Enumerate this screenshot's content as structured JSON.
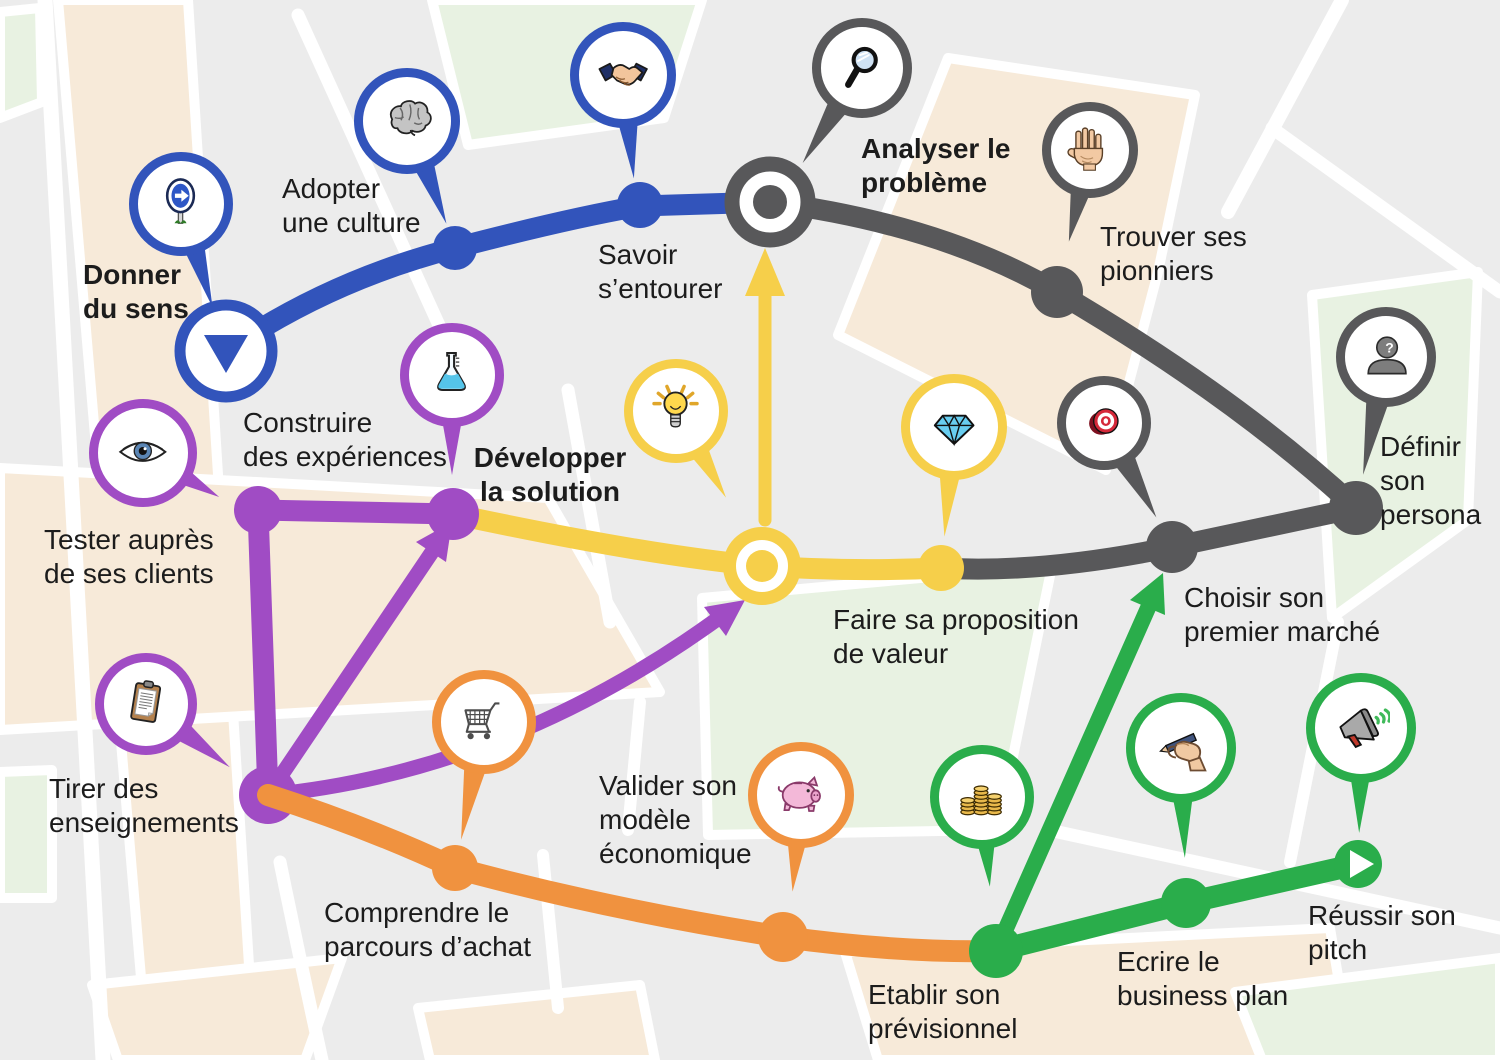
{
  "colors": {
    "blue": "#3254bb",
    "dark": "#58585a",
    "yellow": "#f6cf4a",
    "purple": "#a04cc4",
    "orange": "#f0923f",
    "green": "#2aad4b",
    "text": "#1c1c1c",
    "map_bg": "#ececec",
    "map_road": "#ffffff",
    "tile_peach": "#f7ead9",
    "tile_green": "#e8f2e2"
  },
  "labels": {
    "donner_du_sens": "Donner\ndu sens",
    "adopter_culture": "Adopter\nune culture",
    "savoir_entourer": "Savoir\ns’entourer",
    "analyser_probleme": "Analyser le\nproblème",
    "trouver_pionniers": "Trouver ses\npionniers",
    "definir_persona": "Définir\nson\npersona",
    "tester_clients": "Tester auprès\nde ses clients",
    "construire_experiences": "Construire\ndes expériences",
    "developper_solution": "Développer\nla solution",
    "faire_proposition": "Faire sa proposition\nde valeur",
    "choisir_marche": "Choisir son\npremier marché",
    "tirer_enseignements": "Tirer des\nenseignements",
    "comprendre_parcours": "Comprendre le\nparcours d’achat",
    "valider_modele": "Valider son\nmodèle\néconomique",
    "etablir_previsionnel": "Etablir son\nprévisionnel",
    "ecrire_business_plan": "Ecrire le\nbusiness plan",
    "reussir_pitch": "Réussir son\npitch"
  },
  "bold_labels": [
    "donner_du_sens",
    "analyser_probleme",
    "developper_solution"
  ],
  "icons": {
    "persona_glyph": "?",
    "list": [
      "road-sign-arrow-icon",
      "brain-icon",
      "handshake-icon",
      "magnifier-icon",
      "open-hand-icon",
      "persona-question-icon",
      "eye-icon",
      "flask-icon",
      "lightbulb-icon",
      "diamond-icon",
      "target-icon",
      "clipboard-icon",
      "shopping-cart-icon",
      "piggy-bank-icon",
      "coin-stacks-icon",
      "writing-hand-icon",
      "megaphone-icon",
      "start-triangle-icon",
      "finish-play-icon"
    ]
  }
}
